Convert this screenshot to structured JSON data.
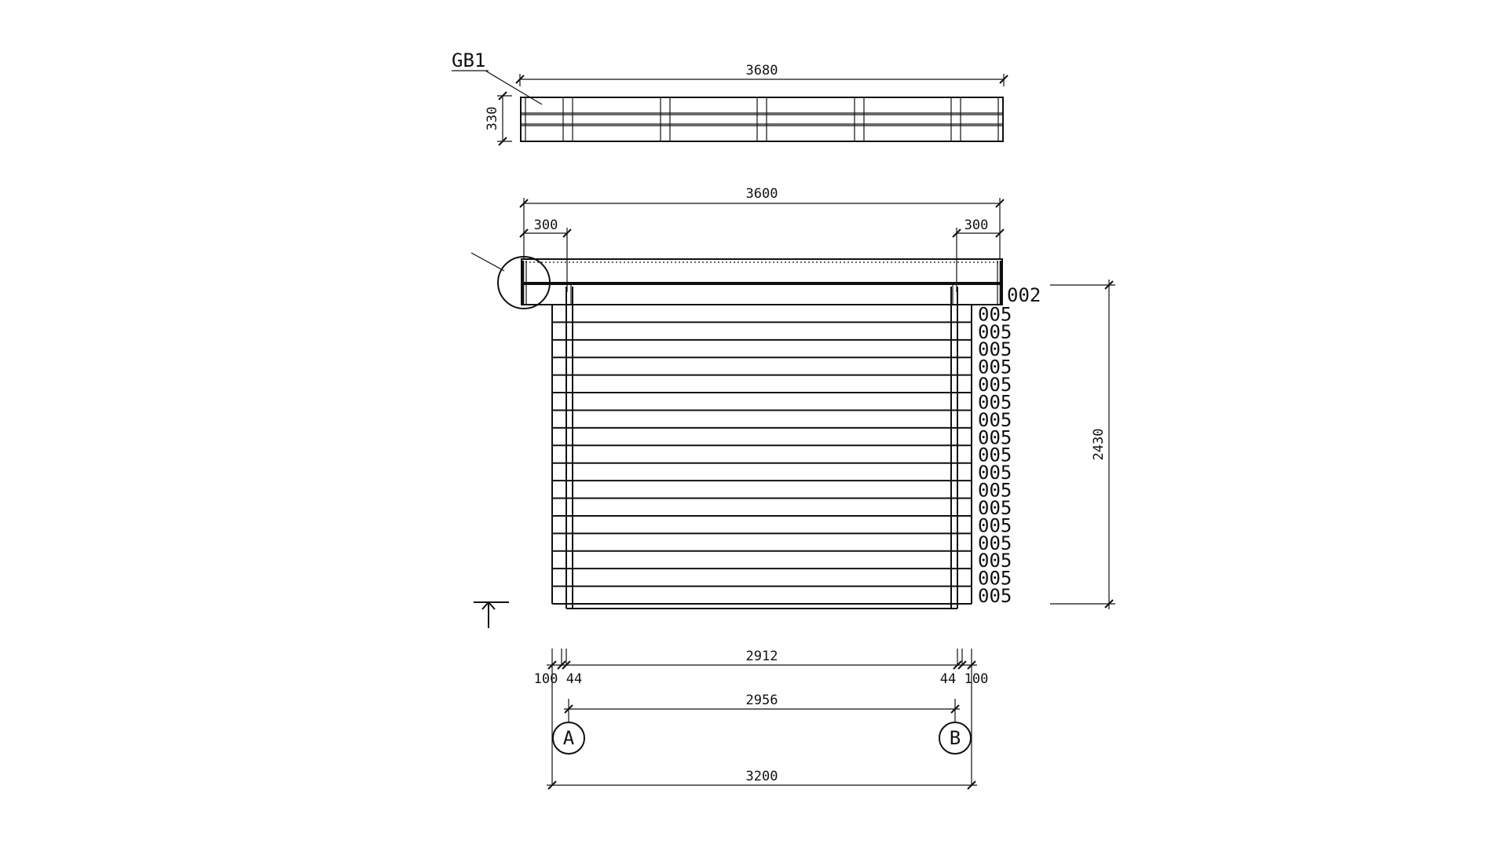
{
  "drawing": {
    "top_view": {
      "label": "GB1",
      "width_dim": "3680",
      "depth_dim": "330"
    },
    "elevation": {
      "roof_width_dim": "3600",
      "overhang_left_dim": "300",
      "overhang_right_dim": "300",
      "top_plate_tag": "002",
      "log_tags": [
        "005",
        "005",
        "005",
        "005",
        "005",
        "005",
        "005",
        "005",
        "005",
        "005",
        "005",
        "005",
        "005",
        "005",
        "005",
        "005",
        "005"
      ],
      "height_dim": "2430"
    },
    "floor_plan_dims": {
      "left_end": "100",
      "left_post": "44",
      "inner_span": "2912",
      "right_post": "44",
      "right_end": "100",
      "axis_span": "2956",
      "total_length": "3200"
    },
    "grid_axes": [
      "A",
      "B"
    ]
  }
}
